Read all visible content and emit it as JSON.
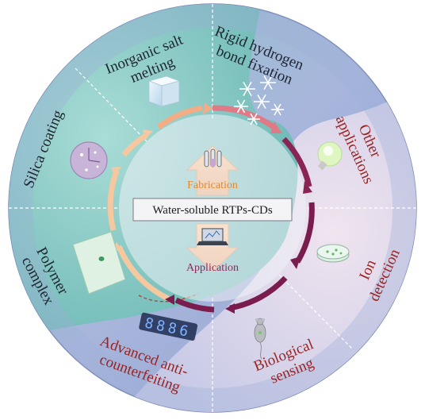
{
  "center": {
    "title": "Water-soluble RTPs-CDs",
    "fabrication": "Fabrication",
    "application": "Application"
  },
  "fabrication_methods": [
    {
      "line1": "Rigid hydrogen",
      "line2": "bond fixation"
    },
    {
      "line1": "Inorganic salt",
      "line2": "melting"
    },
    {
      "line1": "Silica coating",
      "line2": ""
    },
    {
      "line1": "Polymer",
      "line2": "complex"
    }
  ],
  "applications": [
    {
      "line1": "Other",
      "line2": "applications"
    },
    {
      "line1": "Ion",
      "line2": "detection"
    },
    {
      "line1": "Biological",
      "line2": "sensing"
    },
    {
      "line1": "Advanced anti-",
      "line2": "counterfeiting"
    }
  ],
  "digits": "8886",
  "colors": {
    "fabrication_zone": "#7fc6c0",
    "application_zone": "#c9c8e6",
    "outer_ring": "#a9b8dc",
    "fabrication_arrows": "#f2b98a",
    "application_arrows": "#7a1d4e",
    "fabrication_text": "#e38a2e",
    "application_text": "#9b2221"
  }
}
